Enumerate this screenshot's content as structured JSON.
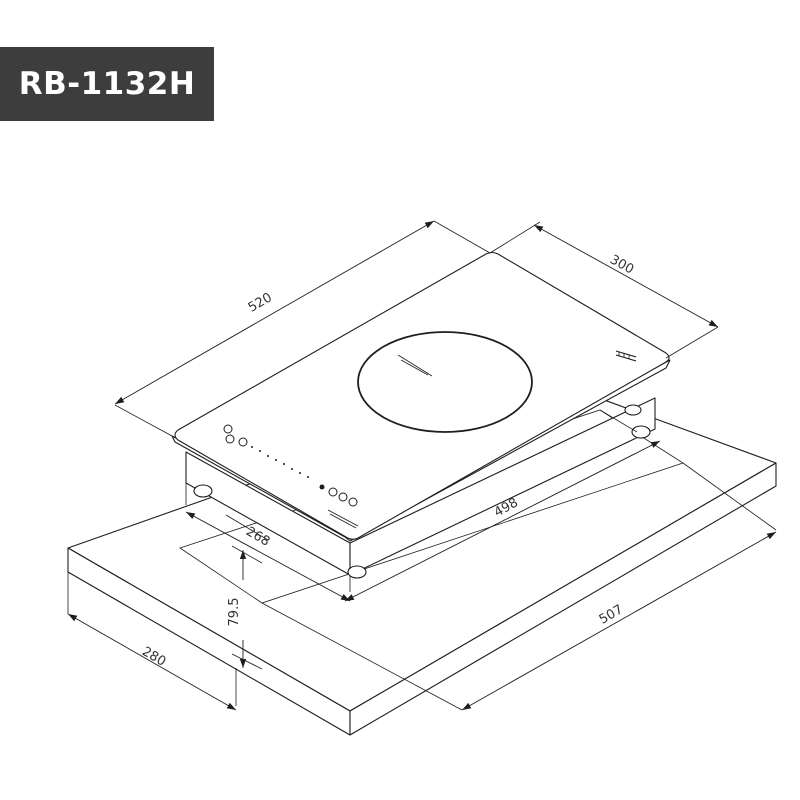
{
  "model": {
    "name": "RB-1132H"
  },
  "dimensions": {
    "hob_length": "520",
    "hob_width": "300",
    "cutout_length": "498",
    "cutout_width": "268",
    "depth": "79.5",
    "counter_width": "280",
    "counter_length": "507"
  }
}
